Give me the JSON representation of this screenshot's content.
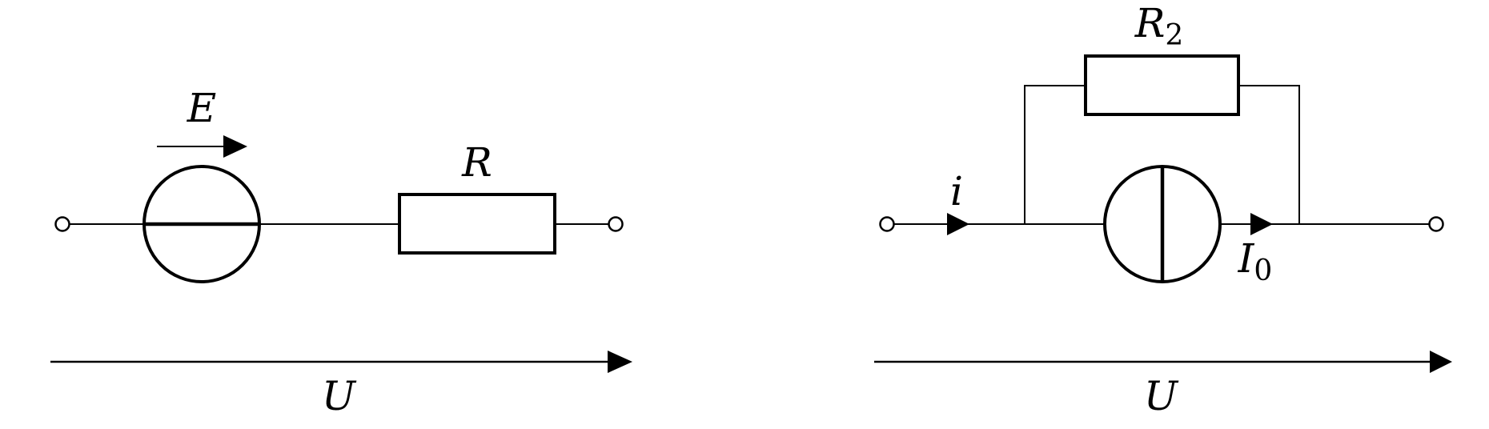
{
  "diagram": {
    "type": "circuit-schematics",
    "background": "#ffffff",
    "stroke_color": "#000000",
    "left_circuit": {
      "description": "Voltage source E in series with resistor R",
      "labels": {
        "source": "E",
        "resistor": "R",
        "voltage": "U"
      }
    },
    "right_circuit": {
      "description": "Current source I0 in parallel with resistor R2",
      "labels": {
        "input_current": "i",
        "resistor_main": "R",
        "resistor_sub": "2",
        "source_main": "I",
        "source_sub": "0",
        "voltage": "U"
      }
    }
  }
}
